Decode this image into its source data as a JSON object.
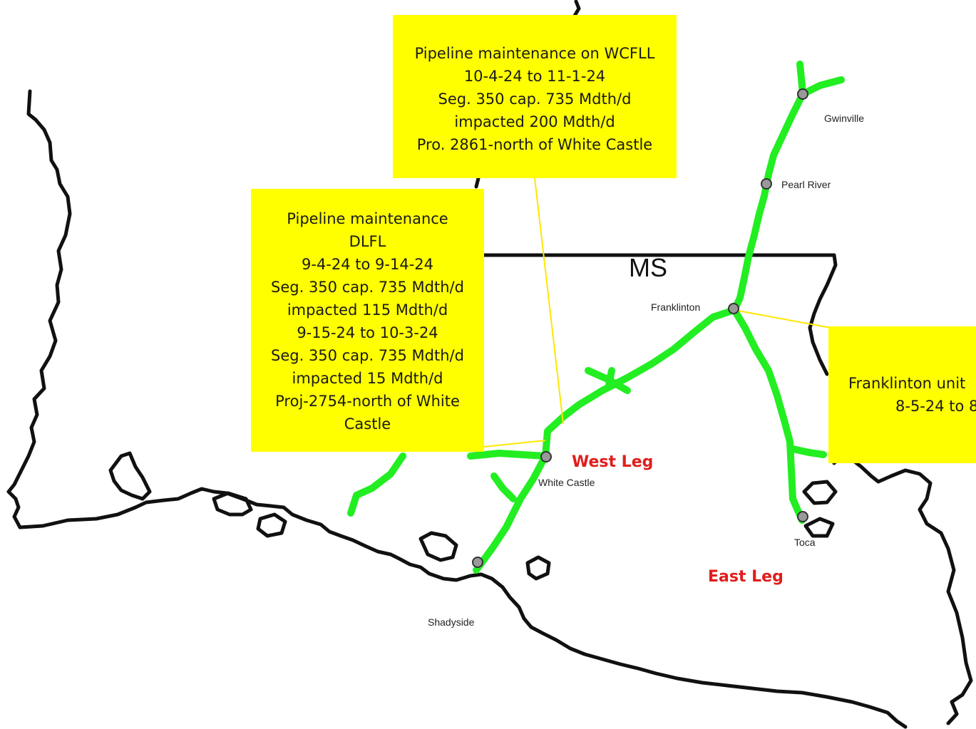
{
  "state_label": "MS",
  "legs": {
    "west": "West Leg",
    "east": "East Leg"
  },
  "stations": {
    "gwinville": "Gwinville",
    "pearl_river": "Pearl River",
    "franklinton": "Franklinton",
    "white_castle": "White Castle",
    "toca": "Toca",
    "shadyside": "Shadyside"
  },
  "callouts": {
    "wcfll": [
      "Pipeline maintenance on WCFLL",
      "10-4-24 to 11-1-24",
      "Seg. 350 cap. 735 Mdth/d",
      "impacted 200 Mdth/d",
      "Pro. 2861-north of White Castle"
    ],
    "dlfl": [
      "Pipeline maintenance",
      "DLFL",
      "9-4-24 to 9-14-24",
      "Seg. 350 cap. 735 Mdth/d",
      "impacted 115 Mdth/d",
      "9-15-24 to 10-3-24",
      "Seg. 350 cap. 735 Mdth/d",
      "impacted 15 Mdth/d",
      "Proj-2754-north of White Castle"
    ],
    "franklinton": [
      "Franklinton unit",
      "8-5-24 to 8"
    ]
  },
  "colors": {
    "pipeline": "#22ee22",
    "callout": "#ffff00",
    "leader": "#ffe600",
    "outline": "#111111",
    "leg_label": "#e11d1d",
    "station_fill": "#999999"
  }
}
